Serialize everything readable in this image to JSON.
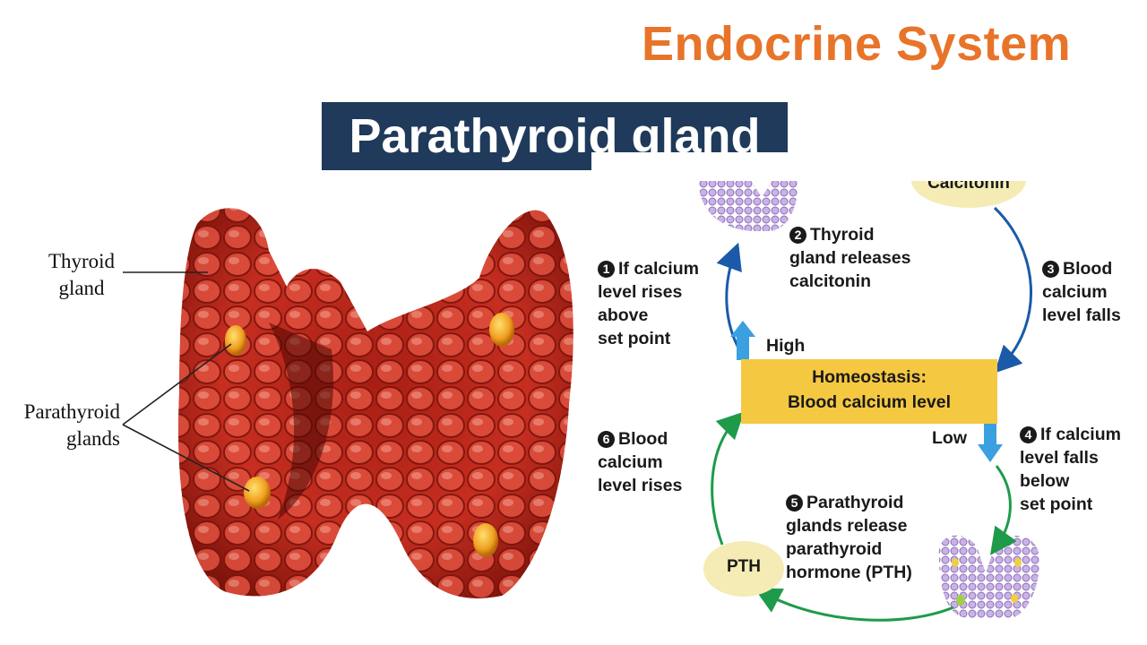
{
  "header": {
    "system_title": "Endocrine System",
    "gland_title": "Parathyroid gland"
  },
  "anatomy": {
    "labels": {
      "thyroid_gland": [
        "Thyroid",
        "gland"
      ],
      "parathyroid_glands": [
        "Parathyroid",
        "glands"
      ]
    }
  },
  "diagram": {
    "calcitonin": "Calcitonin",
    "high": "High",
    "low": "Low",
    "homeostasis_title": "Homeostasis:",
    "homeostasis_sub": "Blood calcium level",
    "pth": "PTH",
    "steps": [
      {
        "num": "1",
        "lines": [
          "If calcium",
          "level rises",
          "above",
          "set point"
        ]
      },
      {
        "num": "2",
        "lines": [
          "Thyroid",
          "gland releases",
          "calcitonin"
        ]
      },
      {
        "num": "3",
        "lines": [
          "Blood",
          "calcium",
          "level falls"
        ]
      },
      {
        "num": "4",
        "lines": [
          "If calcium",
          "level falls",
          "below",
          "set point"
        ]
      },
      {
        "num": "5",
        "lines": [
          "Parathyroid",
          "glands release",
          "parathyroid",
          "hormone (PTH)"
        ]
      },
      {
        "num": "6",
        "lines": [
          "Blood",
          "calcium",
          "level rises"
        ]
      }
    ]
  },
  "colors": {
    "title_orange": "#e8742a",
    "banner_navy": "#1f3a5a",
    "homeostasis_yellow": "#f5c842",
    "arrow_blue": "#1a5aa8",
    "arrow_green": "#1e9a4a",
    "signal_arrow_blue": "#3aa0e0",
    "thyroid_red": "#c0281c",
    "parathyroid_orange": "#f0a020"
  }
}
